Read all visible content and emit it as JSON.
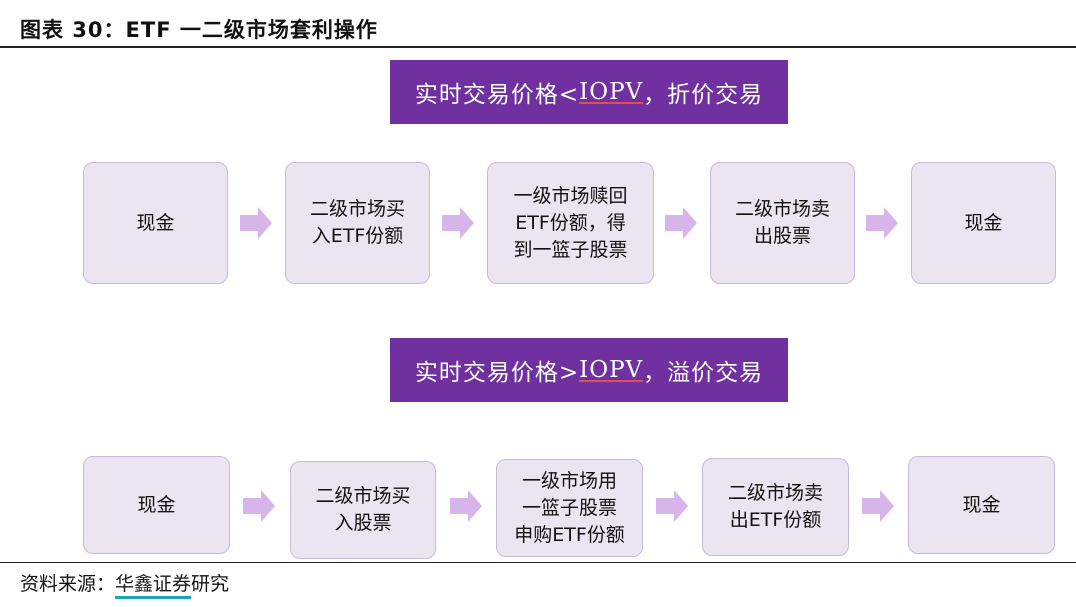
{
  "figure_title": "图表 30：ETF 一二级市场套利操作",
  "rows": [
    {
      "banner": {
        "prefix": "实时交易价格<",
        "emph": "IOPV",
        "suffix": "，折价交易"
      },
      "steps": [
        "现金",
        "二级市场买\n入ETF份额",
        "一级市场赎回\nETF份额，得\n到一篮子股票",
        "二级市场卖\n出股票",
        "现金"
      ]
    },
    {
      "banner": {
        "prefix": "实时交易价格>",
        "emph": "IOPV",
        "suffix": "，溢价交易"
      },
      "steps": [
        "现金",
        "二级市场买\n入股票",
        "一级市场用\n一篮子股票\n申购ETF份额",
        "二级市场卖\n出ETF份额",
        "现金"
      ]
    }
  ],
  "source": {
    "label": "资料来源：",
    "brand": "华鑫证券",
    "suffix": "研究"
  },
  "colors": {
    "banner": "#7030a0",
    "box_fill": "#ebe5f1",
    "arrow": "#d7b5ea"
  },
  "icons": {
    "flow_arrow": "right-block-arrow-icon"
  }
}
